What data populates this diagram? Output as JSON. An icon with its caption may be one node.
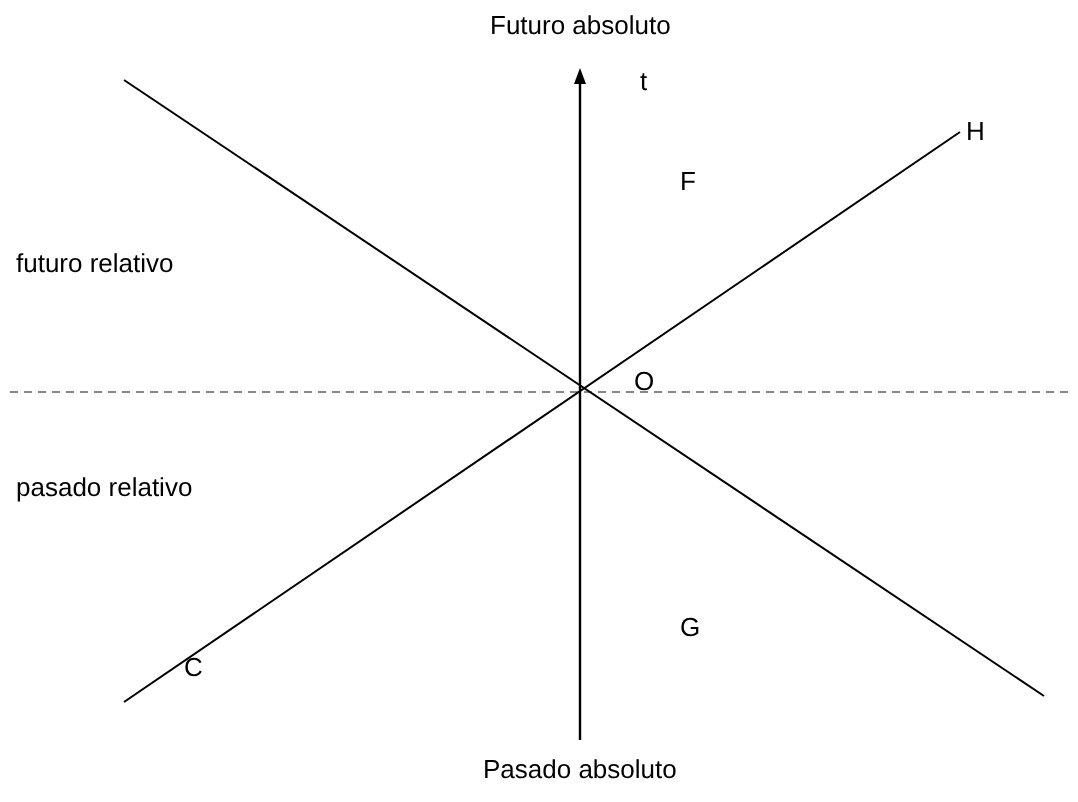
{
  "diagram": {
    "labels": [
      "Futuro absoluto",
      "t",
      "F",
      "H",
      "futuro relativo",
      "O",
      "pasado relativo",
      "C",
      "G",
      "Pasado absoluto"
    ]
  }
}
